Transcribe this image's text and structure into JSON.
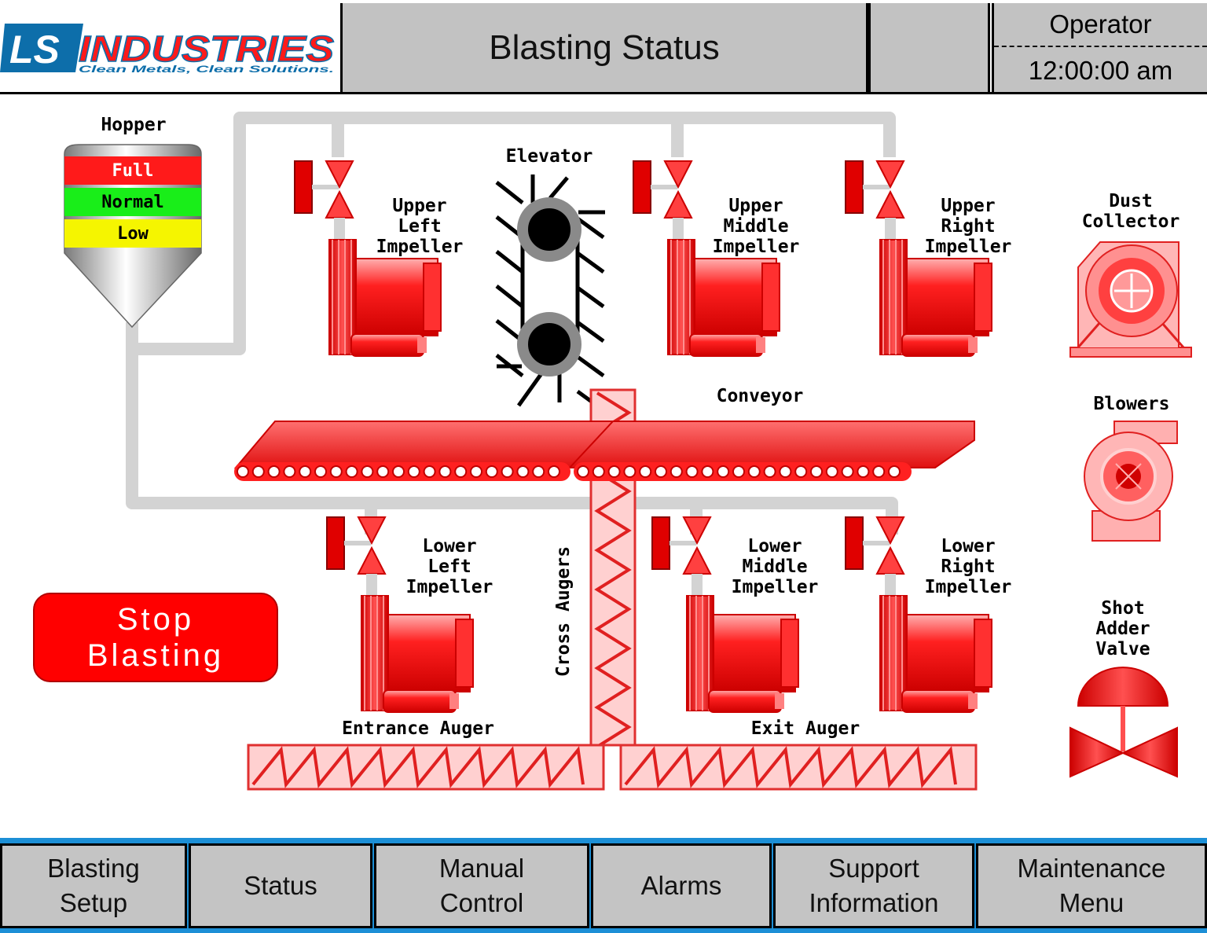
{
  "header": {
    "logo_mark": "LS",
    "logo_name": "INDUSTRIES",
    "logo_tagline": "Clean Metals, Clean Solutions.",
    "title": "Blasting Status",
    "user_role": "Operator",
    "clock": "12:00:00 am"
  },
  "hopper": {
    "label": "Hopper",
    "levels": [
      {
        "label": "Full",
        "color": "#ff1a1a",
        "text_color": "#ffffff"
      },
      {
        "label": "Normal",
        "color": "#19ee19",
        "text_color": "#000000"
      },
      {
        "label": "Low",
        "color": "#f5f500",
        "text_color": "#000000"
      }
    ]
  },
  "equipment": {
    "elevator": "Elevator",
    "upper_left": "Upper\nLeft\nImpeller",
    "upper_middle": "Upper\nMiddle\nImpeller",
    "upper_right": "Upper\nRight\nImpeller",
    "lower_left": "Lower\nLeft\nImpeller",
    "lower_middle": "Lower\nMiddle\nImpeller",
    "lower_right": "Lower\nRight\nImpeller",
    "conveyor": "Conveyor",
    "cross_augers": "Cross Augers",
    "entrance_auger": "Entrance Auger",
    "exit_auger": "Exit Auger",
    "dust_collector": "Dust\nCollector",
    "blowers": "Blowers",
    "shot_adder_valve": "Shot\nAdder\nValve"
  },
  "actions": {
    "stop_blasting": "Stop\nBlasting"
  },
  "nav": [
    {
      "id": "blasting-setup",
      "label": "Blasting\nSetup"
    },
    {
      "id": "status",
      "label": "Status"
    },
    {
      "id": "manual-control",
      "label": "Manual\nControl"
    },
    {
      "id": "alarms",
      "label": "Alarms"
    },
    {
      "id": "support-information",
      "label": "Support\nInformation"
    },
    {
      "id": "maintenance-menu",
      "label": "Maintenance\nMenu"
    }
  ],
  "colors": {
    "equipment_red": "#ff1a1a",
    "pipe_gray": "#d3d3d3",
    "nav_blue": "#1c8fd6",
    "panel_gray": "#c2c2c2"
  }
}
